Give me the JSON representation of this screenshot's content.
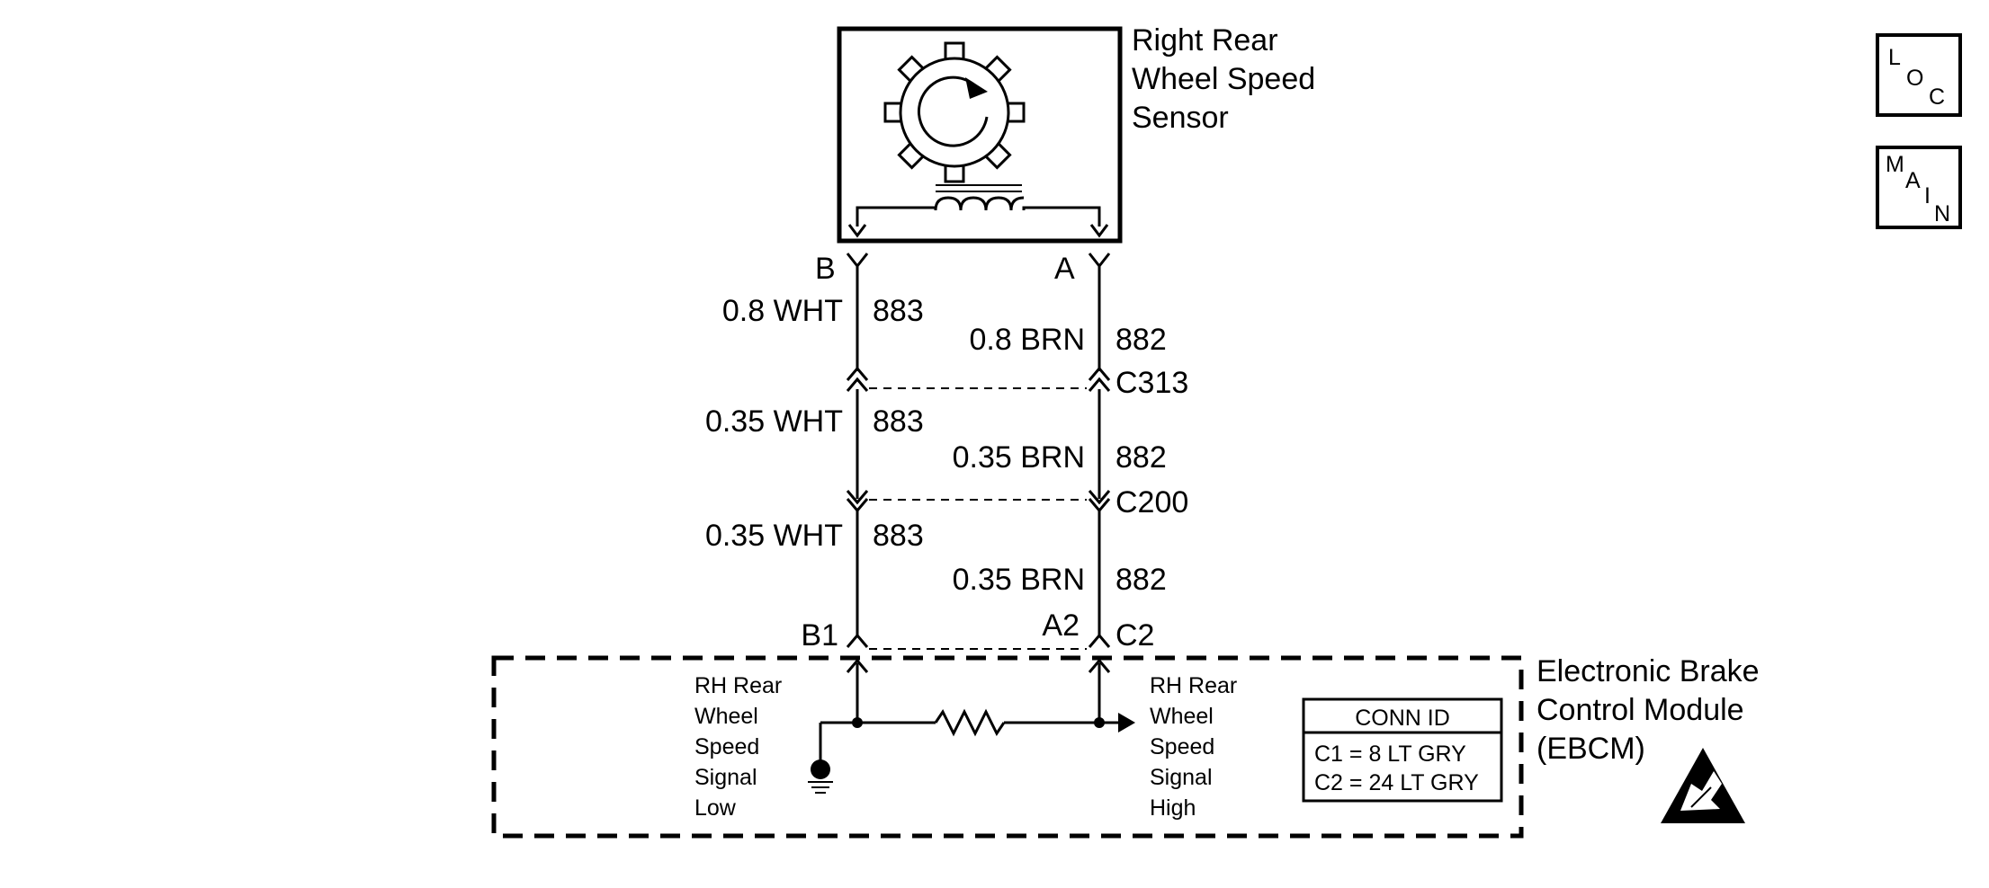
{
  "sensor": {
    "title_lines": [
      "Right Rear",
      "Wheel Speed",
      "Sensor"
    ],
    "terminal_b": "B",
    "terminal_a": "A",
    "icons": [
      "gear-icon",
      "rotation-arrow-icon",
      "coil-icon"
    ]
  },
  "wires": {
    "seg1": {
      "left_gauge": "0.8 WHT",
      "left_circuit": "883",
      "right_gauge": "0.8 BRN",
      "right_circuit": "882"
    },
    "seg2": {
      "left_gauge": "0.35 WHT",
      "left_circuit": "883",
      "right_gauge": "0.35 BRN",
      "right_circuit": "882"
    },
    "seg3": {
      "left_gauge": "0.35 WHT",
      "left_circuit": "883",
      "right_gauge": "0.35 BRN",
      "right_circuit": "882"
    }
  },
  "connectors": {
    "c313": "C313",
    "c200": "C200",
    "c2": "C2",
    "pin_b1": "B1",
    "pin_a2": "A2"
  },
  "module": {
    "title_lines": [
      "Electronic Brake",
      "Control Module",
      "(EBCM)"
    ],
    "low_signal_lines": [
      "RH Rear",
      "Wheel",
      "Speed",
      "Signal",
      "Low"
    ],
    "high_signal_lines": [
      "RH Rear",
      "Wheel",
      "Speed",
      "Signal",
      "High"
    ],
    "conn_id": {
      "header": "CONN ID",
      "rows": [
        "C1 = 8 LT GRY",
        "C2 = 24 LT GRY"
      ]
    },
    "icons": [
      "ground-icon",
      "resistor-icon",
      "esd-warning-icon"
    ]
  },
  "nav": {
    "loc": {
      "l1": "L",
      "l2": "O",
      "l3": "C"
    },
    "main": {
      "l1": "M",
      "l2": "A",
      "l3": "I",
      "l4": "N"
    }
  }
}
